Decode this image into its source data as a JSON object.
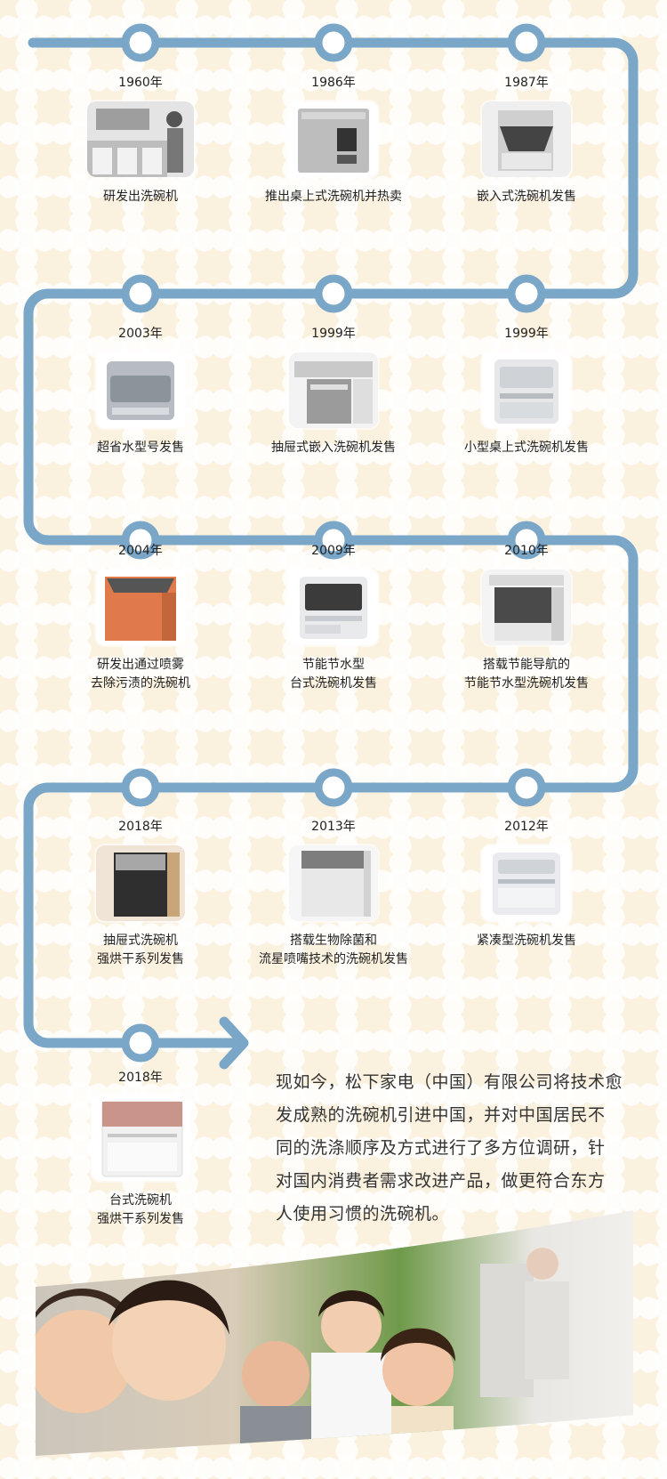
{
  "timeline": {
    "row1": [
      {
        "year": "1960年",
        "caption": [
          "研发出洗碗机"
        ],
        "icon": "kitchen-photo"
      },
      {
        "year": "1986年",
        "caption": [
          "推出桌上式洗碗机并热卖"
        ],
        "icon": "dishwasher-photo"
      },
      {
        "year": "1987年",
        "caption": [
          "嵌入式洗碗机发售"
        ],
        "icon": "built-in-dishwasher-photo"
      }
    ],
    "row2": [
      {
        "year": "2003年",
        "caption": [
          "超省水型号发售"
        ],
        "icon": "countertop-dishwasher-photo"
      },
      {
        "year": "1999年",
        "caption": [
          "抽屉式嵌入洗碗机发售"
        ],
        "icon": "drawer-dishwasher-photo"
      },
      {
        "year": "1999年",
        "caption": [
          "小型桌上式洗碗机发售"
        ],
        "icon": "small-dishwasher-photo"
      }
    ],
    "row3": [
      {
        "year": "2004年",
        "caption": [
          "研发出通过喷雾",
          "去除污渍的洗碗机"
        ],
        "icon": "spray-dishwasher-photo"
      },
      {
        "year": "2009年",
        "caption": [
          "节能节水型",
          "台式洗碗机发售"
        ],
        "icon": "eco-dishwasher-photo"
      },
      {
        "year": "2010年",
        "caption": [
          "搭载节能导航的",
          "节能节水型洗碗机发售"
        ],
        "icon": "navi-dishwasher-photo"
      }
    ],
    "row4": [
      {
        "year": "2018年",
        "caption": [
          "抽屉式洗碗机",
          "强烘干系列发售"
        ],
        "icon": "dry-drawer-dishwasher-photo"
      },
      {
        "year": "2013年",
        "caption": [
          "搭载生物除菌和",
          "流星喷嘴技术的洗碗机发售"
        ],
        "icon": "bio-dishwasher-photo"
      },
      {
        "year": "2012年",
        "caption": [
          "紧凑型洗碗机发售"
        ],
        "icon": "compact-dishwasher-photo"
      }
    ],
    "row5": [
      {
        "year": "2018年",
        "caption": [
          "台式洗碗机",
          "强烘干系列发售"
        ],
        "icon": "pink-dishwasher-photo"
      }
    ]
  },
  "intro": {
    "lines": [
      "现如今，松下家电（中国）有限公司将技术愈",
      "发成熟的洗碗机引进中国，并对中国居民不",
      "同的洗涤顺序及方式进行了多方位调研，针",
      "对国内消费者需求改进产品，做更符合东方",
      "人使用习惯的洗碗机。"
    ]
  },
  "colors": {
    "track": "#7aa6c8",
    "node_fill": "#ffffff",
    "background": "#fbf1df"
  }
}
